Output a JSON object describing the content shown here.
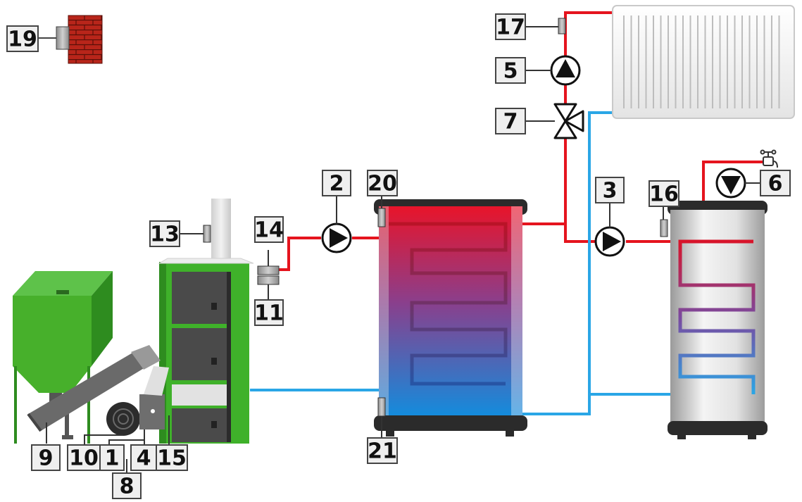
{
  "colors": {
    "hot_pipe": "#e5141e",
    "cold_pipe": "#2aa6e6",
    "boiler_green": "#3fb12a",
    "hopper_green": "#47b02b",
    "label_bg": "#efefef",
    "label_border": "#444444",
    "brick": "#b8251a"
  },
  "labels": {
    "chimney_sensor": "19",
    "room_sensor_17": "17",
    "pump_5": "5",
    "valve_7": "7",
    "pump_2": "2",
    "sensor_20": "20",
    "pump_3": "3",
    "sensor_16": "16",
    "pump_6": "6",
    "sensor_13": "13",
    "sensor_14": "14",
    "sensor_11": "11",
    "sensor_21": "21",
    "feeder_9": "9",
    "fan_10": "10",
    "motor_1": "1",
    "ignition_4": "4",
    "sensor_15": "15",
    "burner_8": "8"
  },
  "icons": {
    "chimney": "brick-chimney-icon",
    "radiator": "radiator-icon",
    "pump": "circulation-pump-icon",
    "valve": "three-way-valve-icon",
    "tap": "water-tap-icon",
    "boiler": "pellet-boiler-icon",
    "hopper": "pellet-hopper-icon",
    "buffer": "buffer-tank-icon",
    "dhw": "hot-water-cylinder-icon"
  }
}
